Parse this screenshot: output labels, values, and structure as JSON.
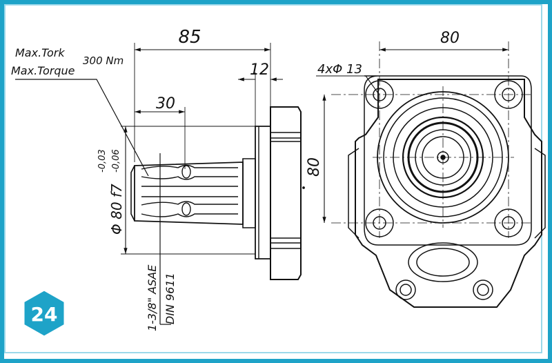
{
  "badge": {
    "number": "24",
    "color": "#1ea3c8"
  },
  "frame": {
    "border_color": "#1ea3c8"
  },
  "side_view": {
    "dim_overall": "85",
    "dim_flange": "12",
    "dim_shaft": "30",
    "torque_label_1": "Max.Tork",
    "torque_label_2": "Max.Torque",
    "torque_value": "300 Nm",
    "shaft_diameter": "Φ 80 f7",
    "tol_upper": "-0,03",
    "tol_lower": "-0,06",
    "spline_spec": "1-3/8\" ASAE",
    "spline_std": "DIN 9611"
  },
  "front_view": {
    "dim_width": "80",
    "dim_height": "80",
    "holes": "4xΦ 13"
  }
}
